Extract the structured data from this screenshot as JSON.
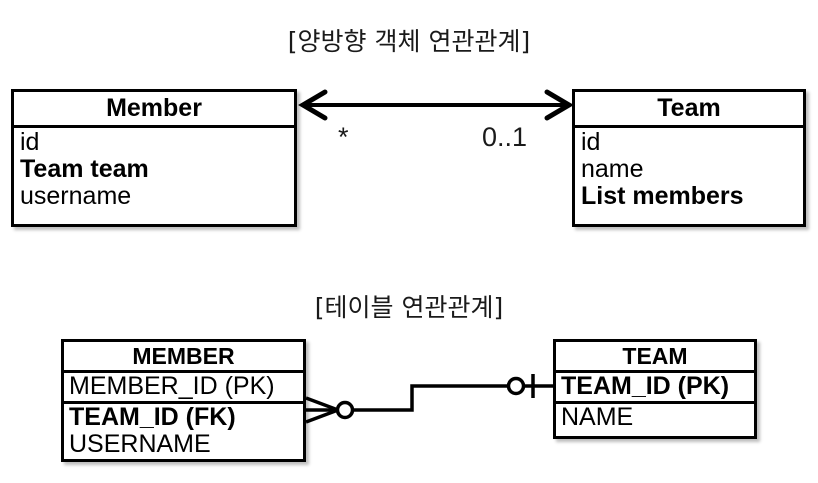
{
  "diagram": {
    "object_section": {
      "title": "[양방향 객체 연관관계]",
      "left_class": {
        "name": "Member",
        "fields": [
          {
            "text": "id",
            "bold": false
          },
          {
            "text": "Team team",
            "bold": true
          },
          {
            "text": "username",
            "bold": false
          }
        ]
      },
      "right_class": {
        "name": "Team",
        "fields": [
          {
            "text": "id",
            "bold": false
          },
          {
            "text": "name",
            "bold": false
          },
          {
            "text": "List members",
            "bold": true
          }
        ]
      },
      "association": {
        "style": "double-headed-arrow",
        "left_multiplicity": "*",
        "right_multiplicity": "0..1"
      }
    },
    "table_section": {
      "title": "[테이블 연관관계]",
      "left_table": {
        "name": "MEMBER",
        "pk_section": [
          {
            "text": "MEMBER_ID (PK)",
            "bold": false
          }
        ],
        "column_section": [
          {
            "text": "TEAM_ID (FK)",
            "bold": true
          },
          {
            "text": "USERNAME",
            "bold": false
          }
        ]
      },
      "right_table": {
        "name": "TEAM",
        "pk_section": [
          {
            "text": "TEAM_ID (PK)",
            "bold": true
          }
        ],
        "column_section": [
          {
            "text": "NAME",
            "bold": false
          }
        ]
      },
      "relationship": {
        "style": "crows-foot",
        "left_cardinality": "zero-or-many",
        "right_cardinality": "zero-or-one"
      }
    }
  },
  "colors": {
    "stroke": "#000000",
    "background": "#ffffff",
    "text": "#000000",
    "title_text": "#1a1a1a"
  }
}
